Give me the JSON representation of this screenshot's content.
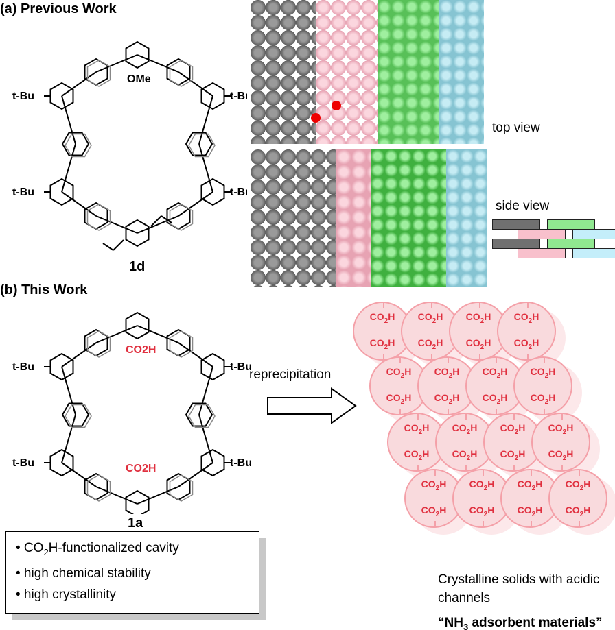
{
  "panel_a": {
    "title": "(a) Previous Work",
    "compound": "1d",
    "substituent": "OMe",
    "group": "t-Bu",
    "top_view": "top view",
    "side_view": "side view"
  },
  "panel_b": {
    "title": "(b) This Work",
    "compound": "1a",
    "acid": "CO",
    "acid_sub": "2",
    "acid_end": "H",
    "arrow_label": "reprecipitation",
    "bullets": [
      "• CO",
      "2",
      "H-functionalized cavity",
      "• high chemical stability",
      "• high crystallinity"
    ],
    "caption_line1": "Crystalline solids with acidic",
    "caption_line2": "channels",
    "caption_bold": "“NH",
    "caption_bold_sub": "3",
    "caption_bold_end": " adsorbent materials”"
  },
  "colors": {
    "gray": "#707070",
    "pink": "#f5b8c4",
    "green": "#7ed87e",
    "blue": "#a8dbe8",
    "acid": "#e0303f"
  }
}
